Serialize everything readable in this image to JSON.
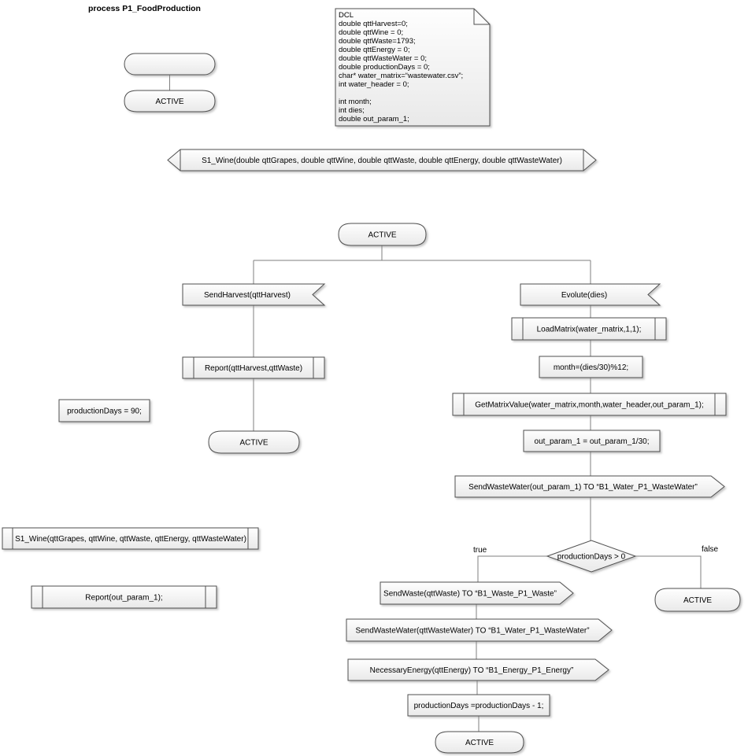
{
  "diagram": {
    "title": "process P1_FoodProduction",
    "note": {
      "lines": [
        "DCL",
        "double qttHarvest=0;",
        "double qttWine = 0;",
        "double qttWaste=1793;",
        "double qttEnergy = 0;",
        "double qttWasteWater = 0;",
        "double productionDays = 0;",
        "char* water_matrix=“wastewater.csv”;",
        "int water_header = 0;",
        "",
        "int month;",
        "int dies;",
        "double out_param_1;"
      ]
    },
    "labels": {
      "active": "ACTIVE",
      "s1wine_signature": "S1_Wine(double qttGrapes, double qttWine, double qttWaste, double qttEnergy, double qttWasteWater)",
      "send_harvest": "SendHarvest(qttHarvest)",
      "report_harvest": "Report(qttHarvest,qttWaste)",
      "production_days_init": "productionDays = 90;",
      "s1wine_call": "S1_Wine(qttGrapes, qttWine, qttWaste, qttEnergy, qttWasteWater)",
      "report_out_param": "Report(out_param_1);",
      "evolute": "Evolute(dies)",
      "load_matrix": "LoadMatrix(water_matrix,1,1);",
      "month_calc": "month=(dies/30)%12;",
      "get_matrix_value": "GetMatrixValue(water_matrix,month,water_header,out_param_1);",
      "out_param_calc": "out_param_1 = out_param_1/30;",
      "send_wastewater_out": "SendWasteWater(out_param_1) TO “B1_Water_P1_WasteWater”",
      "decision": "productionDays > 0",
      "branch_true": "true",
      "branch_false": "false",
      "send_waste": "SendWaste(qttWaste) TO “B1_Waste_P1_Waste”",
      "send_wastewater_loop": "SendWasteWater(qttWasteWater) TO “B1_Water_P1_WasteWater”",
      "necessary_energy": "NecessaryEnergy(qttEnergy) TO “B1_Energy_P1_Energy”",
      "production_days_decrement": "productionDays =productionDays - 1;"
    },
    "colors": {
      "shape_stroke": "#4f4f4f",
      "shape_fill_top": "#fefefe",
      "shape_fill_bottom": "#e9e9e9",
      "connector": "#7f7f7f",
      "text": "#000000",
      "background": "#ffffff"
    }
  }
}
